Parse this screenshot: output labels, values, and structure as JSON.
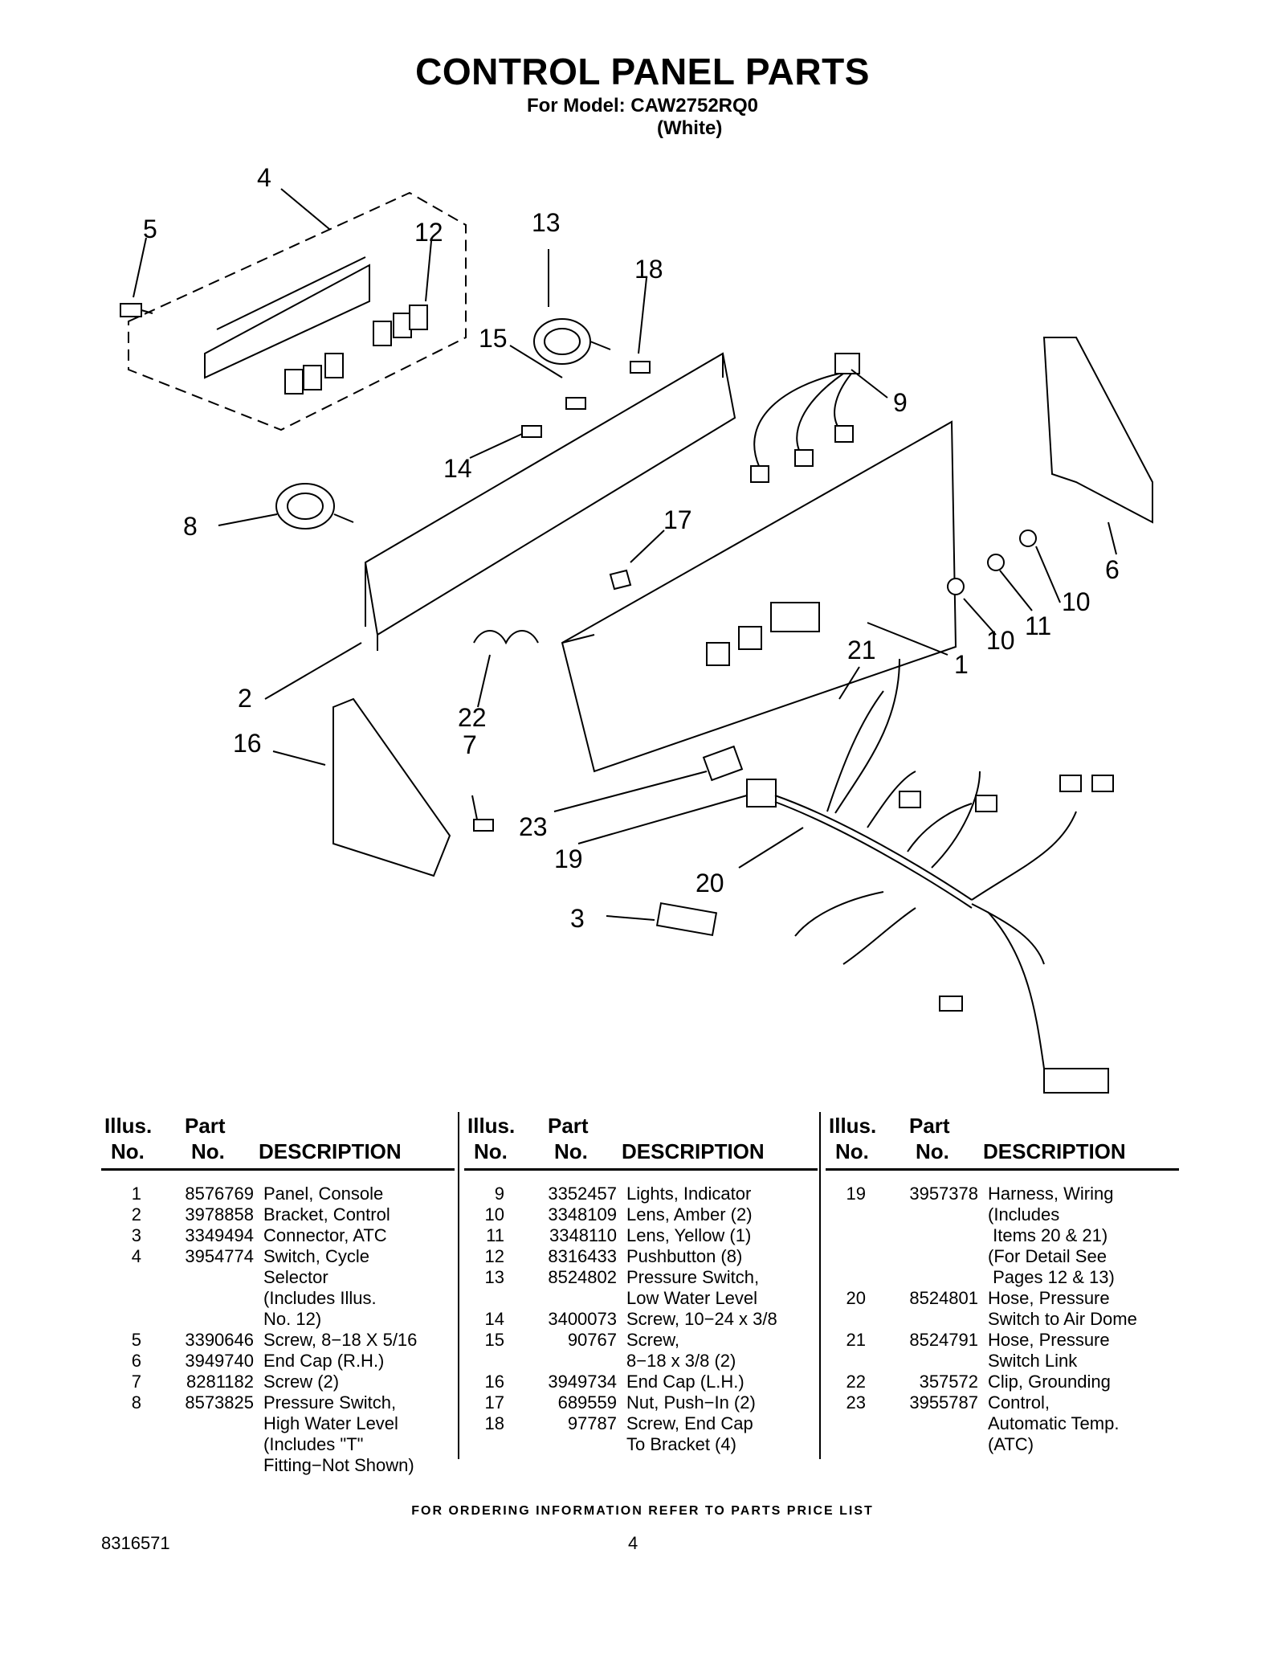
{
  "header": {
    "title": "CONTROL PANEL PARTS",
    "model_line": "For Model: CAW2752RQ0",
    "color_line": "(White)"
  },
  "diagram": {
    "callouts": [
      "4",
      "5",
      "12",
      "13",
      "18",
      "15",
      "9",
      "14",
      "8",
      "17",
      "6",
      "10",
      "11",
      "10",
      "1",
      "21",
      "2",
      "22",
      "16",
      "7",
      "23",
      "19",
      "20",
      "3"
    ]
  },
  "table": {
    "header": {
      "illus_1": "Illus.",
      "illus_2": "No.",
      "part_1": "Part",
      "part_2": "No.",
      "desc": "DESCRIPTION"
    },
    "columns": [
      [
        {
          "no": "1",
          "part": "8576769",
          "desc": "Panel, Console"
        },
        {
          "no": "2",
          "part": "3978858",
          "desc": "Bracket, Control"
        },
        {
          "no": "3",
          "part": "3349494",
          "desc": "Connector, ATC"
        },
        {
          "no": "4",
          "part": "3954774",
          "desc": "Switch, Cycle"
        },
        {
          "no": "",
          "part": "",
          "desc": "Selector"
        },
        {
          "no": "",
          "part": "",
          "desc": "(Includes Illus."
        },
        {
          "no": "",
          "part": "",
          "desc": "No. 12)"
        },
        {
          "no": "5",
          "part": "3390646",
          "desc": "Screw, 8−18 X 5/16"
        },
        {
          "no": "6",
          "part": "3949740",
          "desc": "End Cap (R.H.)"
        },
        {
          "no": "7",
          "part": "8281182",
          "desc": "Screw (2)"
        },
        {
          "no": "8",
          "part": "8573825",
          "desc": "Pressure Switch,"
        },
        {
          "no": "",
          "part": "",
          "desc": "High Water Level"
        },
        {
          "no": "",
          "part": "",
          "desc": "(Includes \"T\""
        },
        {
          "no": "",
          "part": "",
          "desc": "Fitting−Not Shown)"
        }
      ],
      [
        {
          "no": "9",
          "part": "3352457",
          "desc": "Lights, Indicator"
        },
        {
          "no": "10",
          "part": "3348109",
          "desc": "Lens, Amber (2)"
        },
        {
          "no": "11",
          "part": "3348110",
          "desc": "Lens, Yellow (1)"
        },
        {
          "no": "12",
          "part": "8316433",
          "desc": "Pushbutton (8)"
        },
        {
          "no": "13",
          "part": "8524802",
          "desc": "Pressure Switch,"
        },
        {
          "no": "",
          "part": "",
          "desc": "Low Water Level"
        },
        {
          "no": "14",
          "part": "3400073",
          "desc": "Screw, 10−24 x 3/8"
        },
        {
          "no": "15",
          "part": "90767",
          "desc": "Screw,"
        },
        {
          "no": "",
          "part": "",
          "desc": "8−18 x 3/8 (2)"
        },
        {
          "no": "16",
          "part": "3949734",
          "desc": "End Cap (L.H.)"
        },
        {
          "no": "17",
          "part": "689559",
          "desc": "Nut, Push−In (2)"
        },
        {
          "no": "18",
          "part": "97787",
          "desc": "Screw, End Cap"
        },
        {
          "no": "",
          "part": "",
          "desc": "To Bracket (4)"
        }
      ],
      [
        {
          "no": "19",
          "part": "3957378",
          "desc": "Harness, Wiring"
        },
        {
          "no": "",
          "part": "",
          "desc": "(Includes"
        },
        {
          "no": "",
          "part": "",
          "desc": " Items 20 & 21)"
        },
        {
          "no": "",
          "part": "",
          "desc": "(For Detail See"
        },
        {
          "no": "",
          "part": "",
          "desc": " Pages 12 & 13)"
        },
        {
          "no": "20",
          "part": "8524801",
          "desc": "Hose, Pressure"
        },
        {
          "no": "",
          "part": "",
          "desc": "Switch to Air Dome"
        },
        {
          "no": "21",
          "part": "8524791",
          "desc": "Hose, Pressure"
        },
        {
          "no": "",
          "part": "",
          "desc": "Switch Link"
        },
        {
          "no": "22",
          "part": "357572",
          "desc": "Clip, Grounding"
        },
        {
          "no": "23",
          "part": "3955787",
          "desc": "Control,"
        },
        {
          "no": "",
          "part": "",
          "desc": "Automatic Temp."
        },
        {
          "no": "",
          "part": "",
          "desc": "(ATC)"
        }
      ]
    ]
  },
  "footer": {
    "ordering_note": "FOR ORDERING INFORMATION REFER TO PARTS PRICE LIST",
    "doc_number": "8316571",
    "page_number": "4"
  }
}
